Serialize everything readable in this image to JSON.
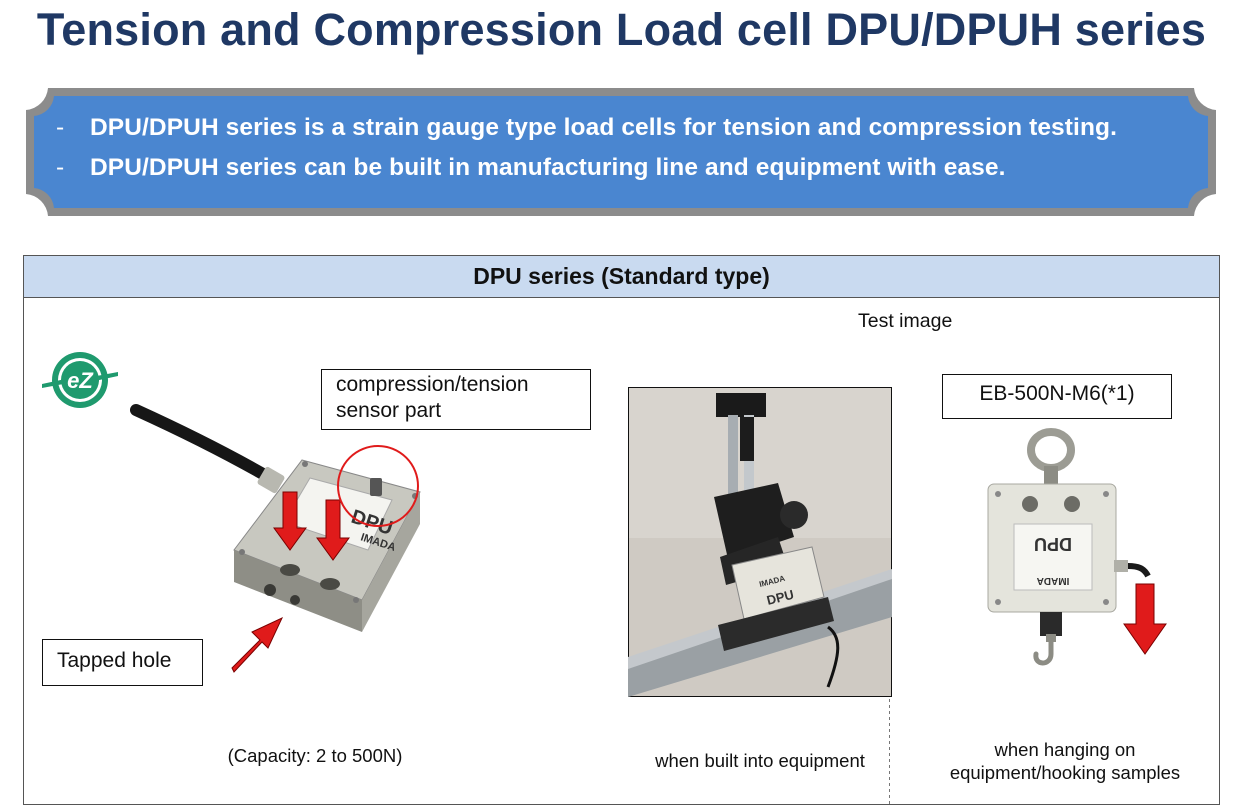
{
  "title": "Tension and Compression Load cell DPU/DPUH series",
  "banner": {
    "bullet": "-",
    "lines": [
      "DPU/DPUH series is a strain gauge type load cells for tension and compression testing.",
      "DPU/DPUH series can be built in manufacturing line and equipment with ease."
    ]
  },
  "section": {
    "header": "DPU series (Standard type)",
    "test_image_label": "Test image",
    "logo_text": "eZ",
    "left": {
      "callout_sensor": [
        "compression/tension",
        "sensor part"
      ],
      "callout_tapped": "Tapped hole",
      "device_brand": "DPU",
      "device_maker": "IMADA",
      "capacity": "(Capacity: 2 to 500N)"
    },
    "middle": {
      "caption": "when built into equipment",
      "device_brand": "DPU",
      "device_maker": "IMADA"
    },
    "right": {
      "model_label": "EB-500N-M6(*1)",
      "device_brand": "DPU",
      "device_maker": "IMADA",
      "caption": [
        "when hanging on",
        "equipment/hooking samples"
      ]
    }
  },
  "colors": {
    "title": "#1f3864",
    "banner_fill": "#4a86d0",
    "banner_border": "#8a8a8a",
    "header_fill": "#c9daf0",
    "arrow_red": "#e01b1b",
    "logo_green": "#1f9a6e"
  }
}
